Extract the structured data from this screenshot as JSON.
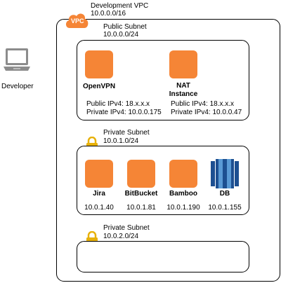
{
  "vpc": {
    "badge": "VPC",
    "name": "Development VPC",
    "cidr": "10.0.0.0/16",
    "badge_color": "#f58536"
  },
  "developer": {
    "label": "Developer"
  },
  "public_subnet": {
    "name": "Public Subnet",
    "cidr": "10.0.0.0/24",
    "openvpn": {
      "label": "OpenVPN",
      "public_ip": "Public IPv4: 18.x.x.x",
      "private_ip": "Private IPv4: 10.0.0.175"
    },
    "nat": {
      "label_line1": "NAT",
      "label_line2": "Instance",
      "public_ip": "Public IPv4: 18.x.x.x",
      "private_ip": "Private IPv4: 10.0.0.47"
    }
  },
  "private_subnet_1": {
    "name": "Private Subnet",
    "cidr": "10.0.1.0/24",
    "nodes": [
      {
        "label": "Jira",
        "ip": "10.0.1.40"
      },
      {
        "label": "BitBucket",
        "ip": "10.0.1.81"
      },
      {
        "label": "Bamboo",
        "ip": "10.0.1.190"
      },
      {
        "label": "DB",
        "ip": "10.0.1.155"
      }
    ]
  },
  "private_subnet_2": {
    "name": "Private Subnet",
    "cidr": "10.0.2.0/24"
  },
  "colors": {
    "instance": "#f58536",
    "lock": "#e7b10a",
    "db_dark": "#1d4f91",
    "db_light": "#5a9ad5"
  }
}
